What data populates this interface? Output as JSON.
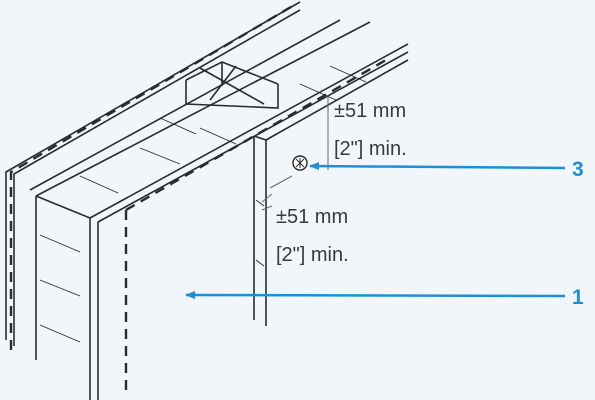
{
  "dimensions": {
    "top": {
      "value": "±51 mm",
      "imperial": "[2\"] min."
    },
    "side": {
      "value": "±51 mm",
      "imperial": "[2\"] min."
    }
  },
  "callouts": [
    {
      "label": "3",
      "target": "fastener"
    },
    {
      "label": "1",
      "target": "panel-face"
    }
  ],
  "colors": {
    "background": "#f1f6fb",
    "accent": "#1f8fd1",
    "line": "#2b2b2b"
  },
  "icons": [
    "screw-head-icon",
    "callout-arrow-icon"
  ]
}
